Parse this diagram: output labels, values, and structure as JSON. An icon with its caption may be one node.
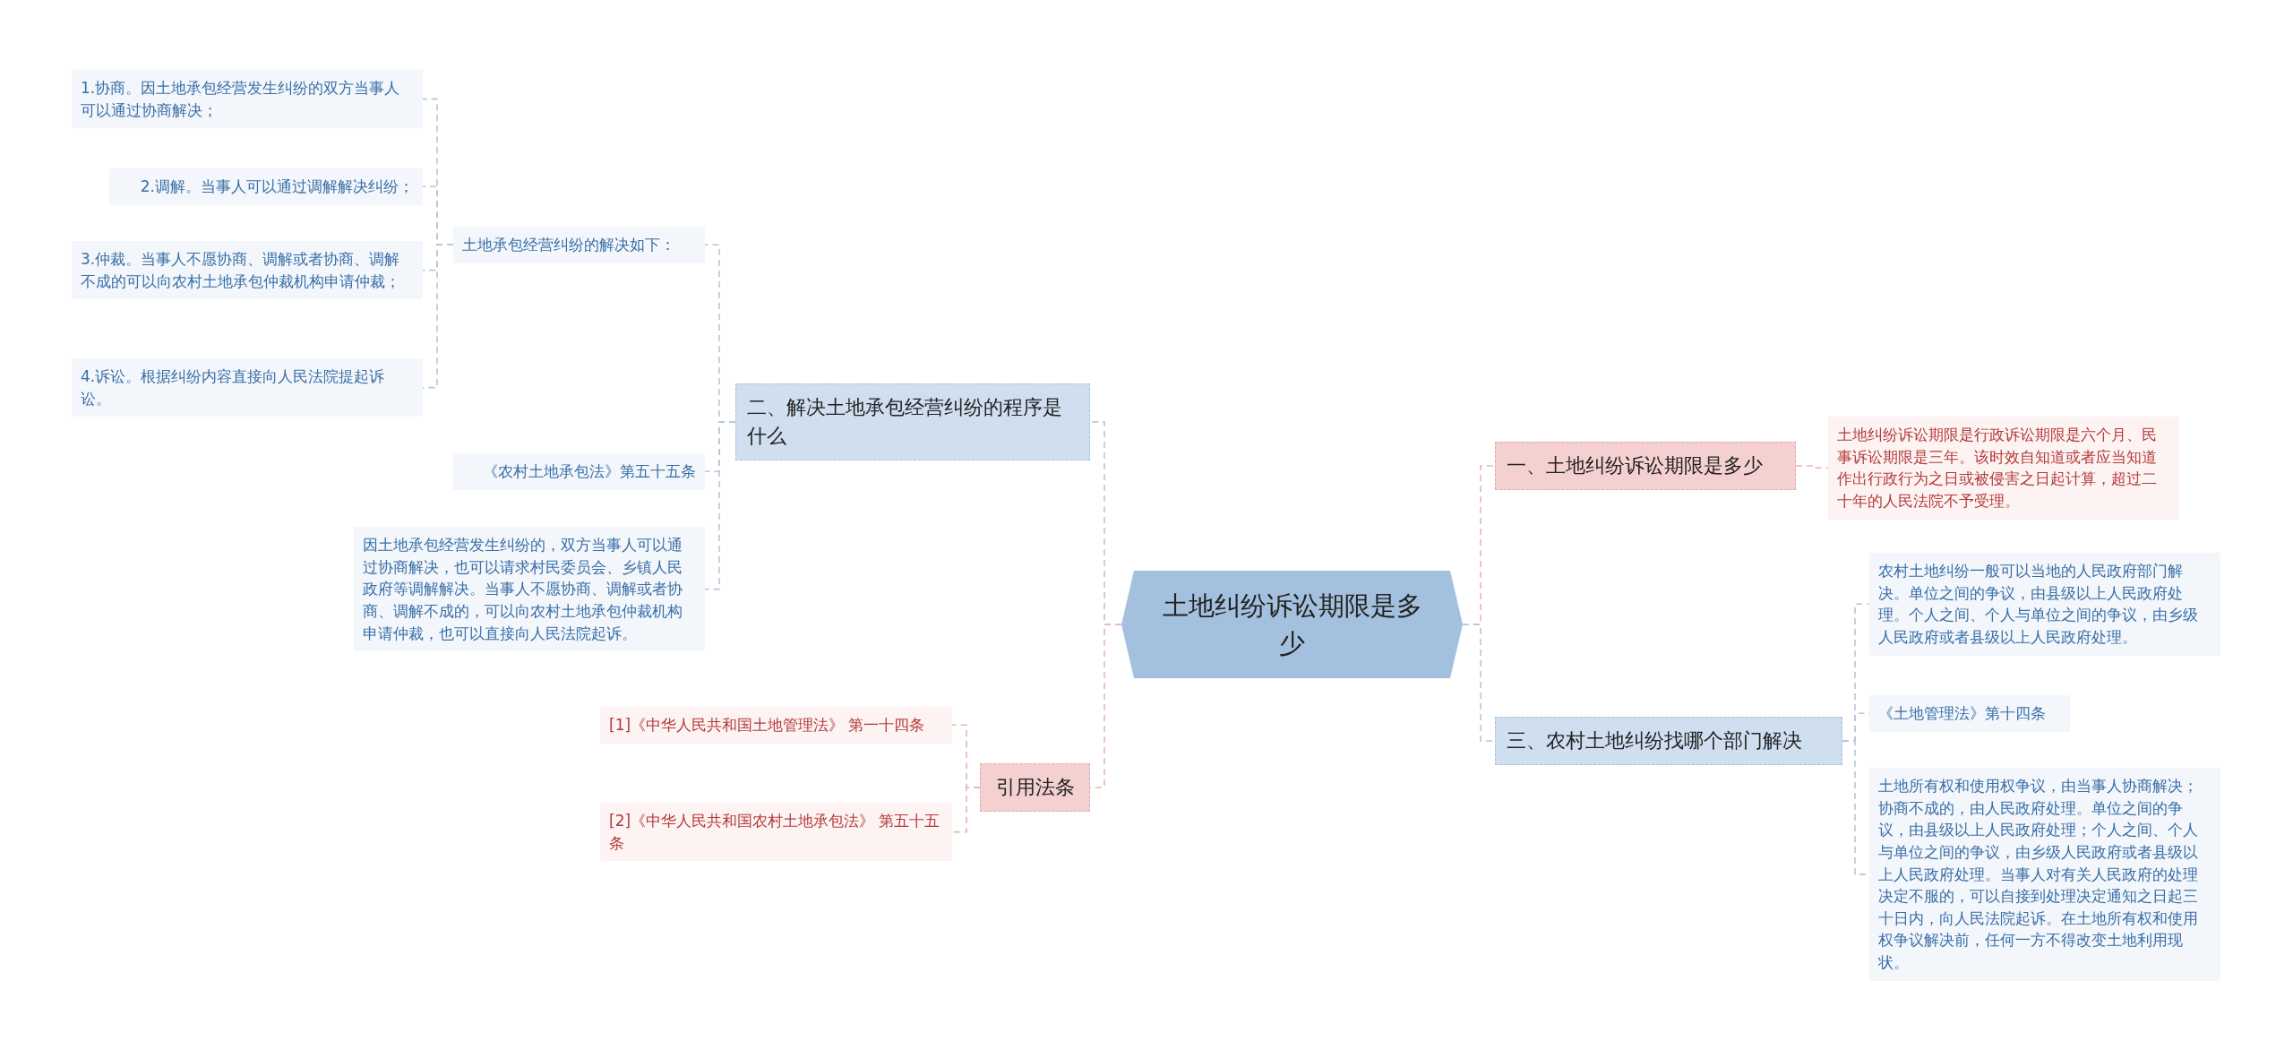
{
  "diagram": {
    "nodes": [
      {
        "text": [
          "土地纠纷诉讼期限是多少"
        ]
      },
      {
        "text": [
          "二、解决土地承包经营纠纷的程序是什么"
        ]
      },
      {
        "text": [
          "土地承包经营纠纷的解决如下："
        ]
      },
      {
        "text": [
          "1.协商。因土地承包经营发生纠纷的双方当事人可以通过协商解决；"
        ]
      },
      {
        "text": [
          "2.调解。当事人可以通过调解解决纠纷；"
        ]
      },
      {
        "text": [
          "3.仲裁。当事人不愿协商、调解或者协商、调解不成的可以向农村土地承包仲裁机构申请仲裁；"
        ]
      },
      {
        "text": [
          "4.诉讼。根据纠纷内容直接向人民法院提起诉讼。"
        ]
      },
      {
        "text": [
          "《农村土地承包法》第五十五条"
        ]
      },
      {
        "text": [
          "因土地承包经营发生纠纷的，双方当事人可以通过协商解决，也可以请求村民委员会、乡镇人民政府等调解解决。当事人不愿协商、调解或者协商、调解不成的，可以向农村土地承包仲裁机构申请仲裁，也可以直接向人民法院起诉。"
        ]
      },
      {
        "text": [
          "引用法条"
        ]
      },
      {
        "text": [
          "[1]《中华人民共和国土地管理法》 第一十四条"
        ]
      },
      {
        "text": [
          "[2]《中华人民共和国农村土地承包法》 第五十五条"
        ]
      },
      {
        "text": [
          "一、土地纠纷诉讼期限是多少"
        ]
      },
      {
        "text": [
          "土地纠纷诉讼期限是行政诉讼期限是六个月、民事诉讼期限是三年。该时效自知道或者应当知道作出行政行为之日或被侵害之日起计算，超过二十年的人民法院不予受理。"
        ]
      },
      {
        "text": [
          "三、农村土地纠纷找哪个部门解决"
        ]
      },
      {
        "text": [
          "农村土地纠纷一般可以当地的人民政府部门解决。单位之间的争议，由县级以上人民政府处理。个人之间、个人与单位之间的争议，由乡级人民政府或者县级以上人民政府处理。"
        ]
      },
      {
        "text": [
          "《土地管理法》第十四条"
        ]
      },
      {
        "text": [
          "土地所有权和使用权争议，由当事人协商解决；协商不成的，由人民政府处理。单位之间的争议，由县级以上人民政府处理；个人之间、个人与单位之间的争议，由乡级人民政府或者县级以上人民政府处理。当事人对有关人民政府的处理决定不服的，可以自接到处理决定通知之日起三十日内，向人民法院起诉。在土地所有权和使用权争议解决前，任何一方不得改变土地利用现状。"
        ]
      }
    ],
    "edges": [
      {
        "from": 0,
        "to": 1,
        "arrow": "none",
        "style": "dashed"
      },
      {
        "from": 1,
        "to": 2,
        "arrow": "none",
        "style": "dashed"
      },
      {
        "from": 2,
        "to": 3,
        "arrow": "none",
        "style": "dashed"
      },
      {
        "from": 2,
        "to": 4,
        "arrow": "none",
        "style": "dashed"
      },
      {
        "from": 2,
        "to": 5,
        "arrow": "none",
        "style": "dashed"
      },
      {
        "from": 2,
        "to": 6,
        "arrow": "none",
        "style": "dashed"
      },
      {
        "from": 1,
        "to": 7,
        "arrow": "none",
        "style": "dashed"
      },
      {
        "from": 1,
        "to": 8,
        "arrow": "none",
        "style": "dashed"
      },
      {
        "from": 0,
        "to": 9,
        "arrow": "none",
        "style": "dashed",
        "color": "#e8b4b8"
      },
      {
        "from": 9,
        "to": 10,
        "arrow": "none",
        "style": "dashed",
        "color": "#e8b4b8"
      },
      {
        "from": 9,
        "to": 11,
        "arrow": "none",
        "style": "dashed",
        "color": "#e8b4b8"
      },
      {
        "from": 0,
        "to": 12,
        "arrow": "none",
        "style": "dashed",
        "color": "#e8b4b8"
      },
      {
        "from": 12,
        "to": 13,
        "arrow": "none",
        "style": "dashed",
        "color": "#e8b4b8"
      },
      {
        "from": 0,
        "to": 14,
        "arrow": "none",
        "style": "dashed"
      },
      {
        "from": 14,
        "to": 15,
        "arrow": "none",
        "style": "dashed"
      },
      {
        "from": 14,
        "to": 16,
        "arrow": "none",
        "style": "dashed"
      },
      {
        "from": 14,
        "to": 17,
        "arrow": "none",
        "style": "dashed"
      }
    ]
  }
}
